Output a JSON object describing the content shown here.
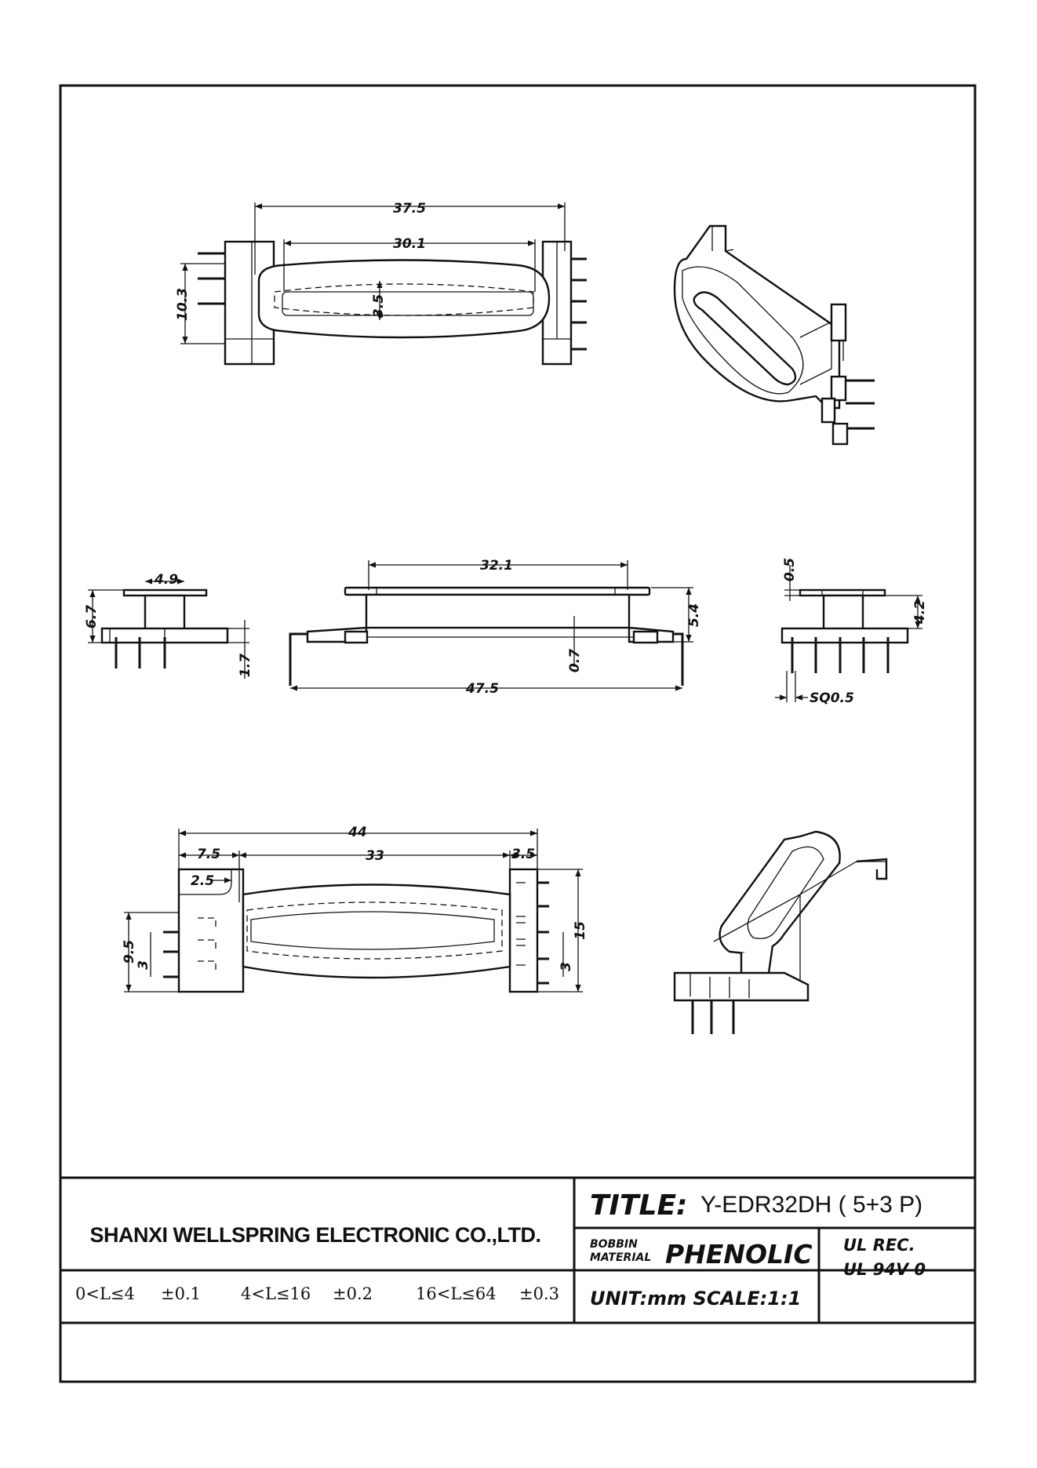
{
  "views": {
    "top_view": {
      "dims": {
        "overall_length": "37.5",
        "window_length": "30.1",
        "window_width": "3.5",
        "height": "10.3"
      }
    },
    "side_left_view": {
      "dims": {
        "width": "4.9",
        "height": "6.7",
        "pin_length": "1.7"
      }
    },
    "front_view": {
      "dims": {
        "top_length": "32.1",
        "height": "5.4",
        "flange": "0.7",
        "overall_length": "47.5"
      }
    },
    "side_right_view": {
      "dims": {
        "top_thickness": "0.5",
        "height": "4.2",
        "pin_square": "SQ0.5"
      }
    },
    "bottom_view": {
      "dims": {
        "overall_length": "44",
        "left_flange": "7.5",
        "center_length": "33",
        "right_flange": "3.5",
        "left_step": "2.5",
        "pin_span": "9.5",
        "left_pitch": "3",
        "right_span": "15",
        "right_pitch": "3"
      }
    }
  },
  "title_block": {
    "company": "SHANXI WELLSPRING ELECTRONIC CO.,LTD.",
    "title_label": "TITLE:",
    "title_value": "Y-EDR32DH  ( 5+3 P)",
    "material_label_1": "BOBBIN",
    "material_label_2": "MATERIAL",
    "material_value": "PHENOLIC",
    "ul_label": "UL REC.",
    "ul_value": "UL 94V-0",
    "unit_scale": "UNIT:mm SCALE:1:1",
    "tolerances": [
      {
        "range": "0<L≤4",
        "tol": "±0.1"
      },
      {
        "range": "4<L≤16",
        "tol": "±0.2"
      },
      {
        "range": "16<L≤64",
        "tol": "±0.3"
      }
    ]
  }
}
